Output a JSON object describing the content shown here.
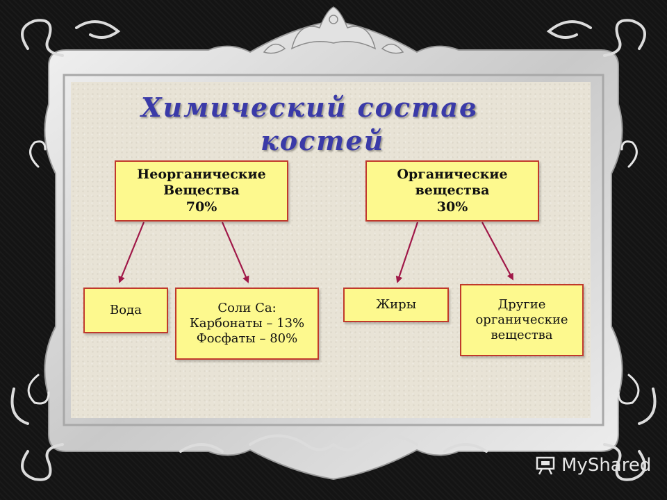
{
  "slide": {
    "title_line1": "Химический состав",
    "title_line2": "костей",
    "colors": {
      "title": "#3a3aa8",
      "box_fill": "#fdf98e",
      "box_border": "#c0392b",
      "arrow": "#a01848",
      "panel": "#e8e3d6",
      "frame": "#d8d8d8"
    }
  },
  "boxes": {
    "inorganic": {
      "line1": "Неорганические",
      "line2": "Вещества",
      "line3": "70%"
    },
    "organic": {
      "line1": "Органические",
      "line2": "вещества",
      "line3": "30%"
    },
    "water": {
      "line1": "Вода"
    },
    "salts": {
      "line1": "Соли Са:",
      "line2": "Карбонаты – 13%",
      "line3": "Фосфаты – 80%"
    },
    "fats": {
      "line1": "Жиры"
    },
    "other": {
      "line1": "Другие",
      "line2": "органические",
      "line3": "вещества"
    }
  },
  "watermark": {
    "text": "MyShared",
    "icon": "presentation-board-icon"
  }
}
